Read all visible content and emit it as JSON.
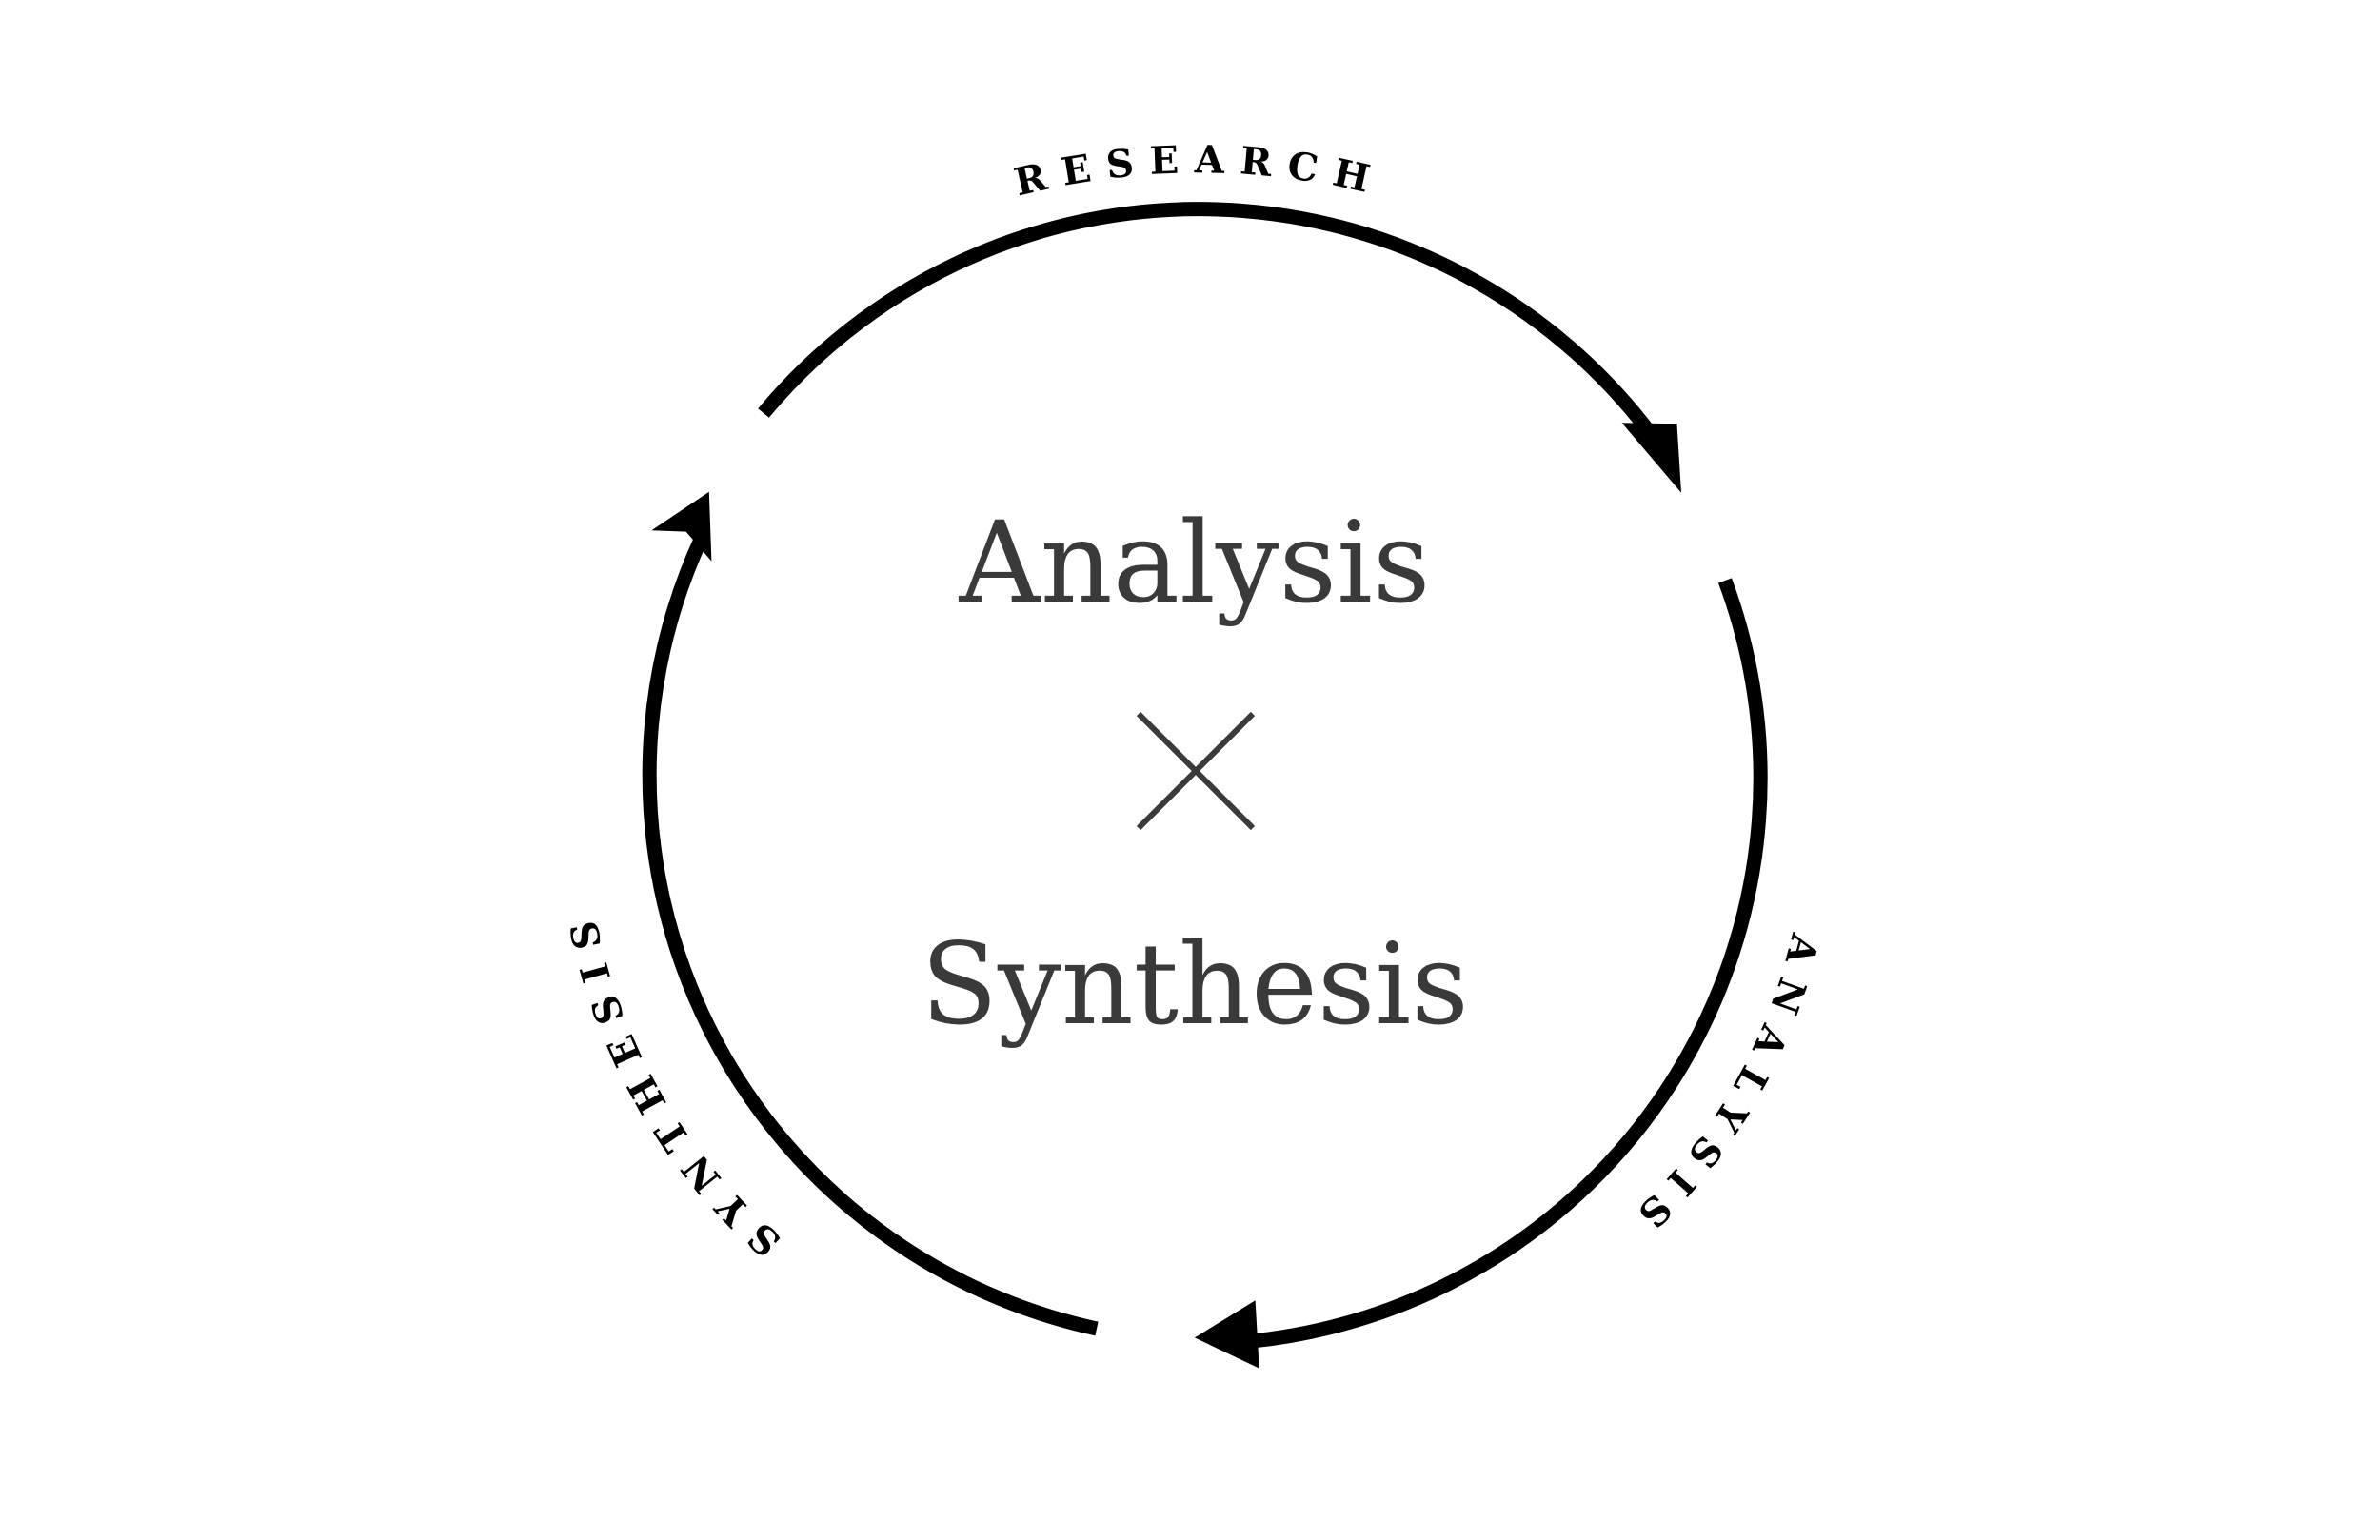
{
  "diagram": {
    "center": {
      "top_word": "Analysis",
      "operator_icon": "times-icon",
      "bottom_word": "Synthesis"
    },
    "cycle": {
      "direction": "clockwise",
      "stages": [
        {
          "label": "RESEARCH"
        },
        {
          "label": "ANALYSIS"
        },
        {
          "label": "SYNTHESIS"
        }
      ]
    },
    "colors": {
      "arrows": "#000000",
      "center_text": "#3a3a3a",
      "background": "#ffffff"
    }
  }
}
